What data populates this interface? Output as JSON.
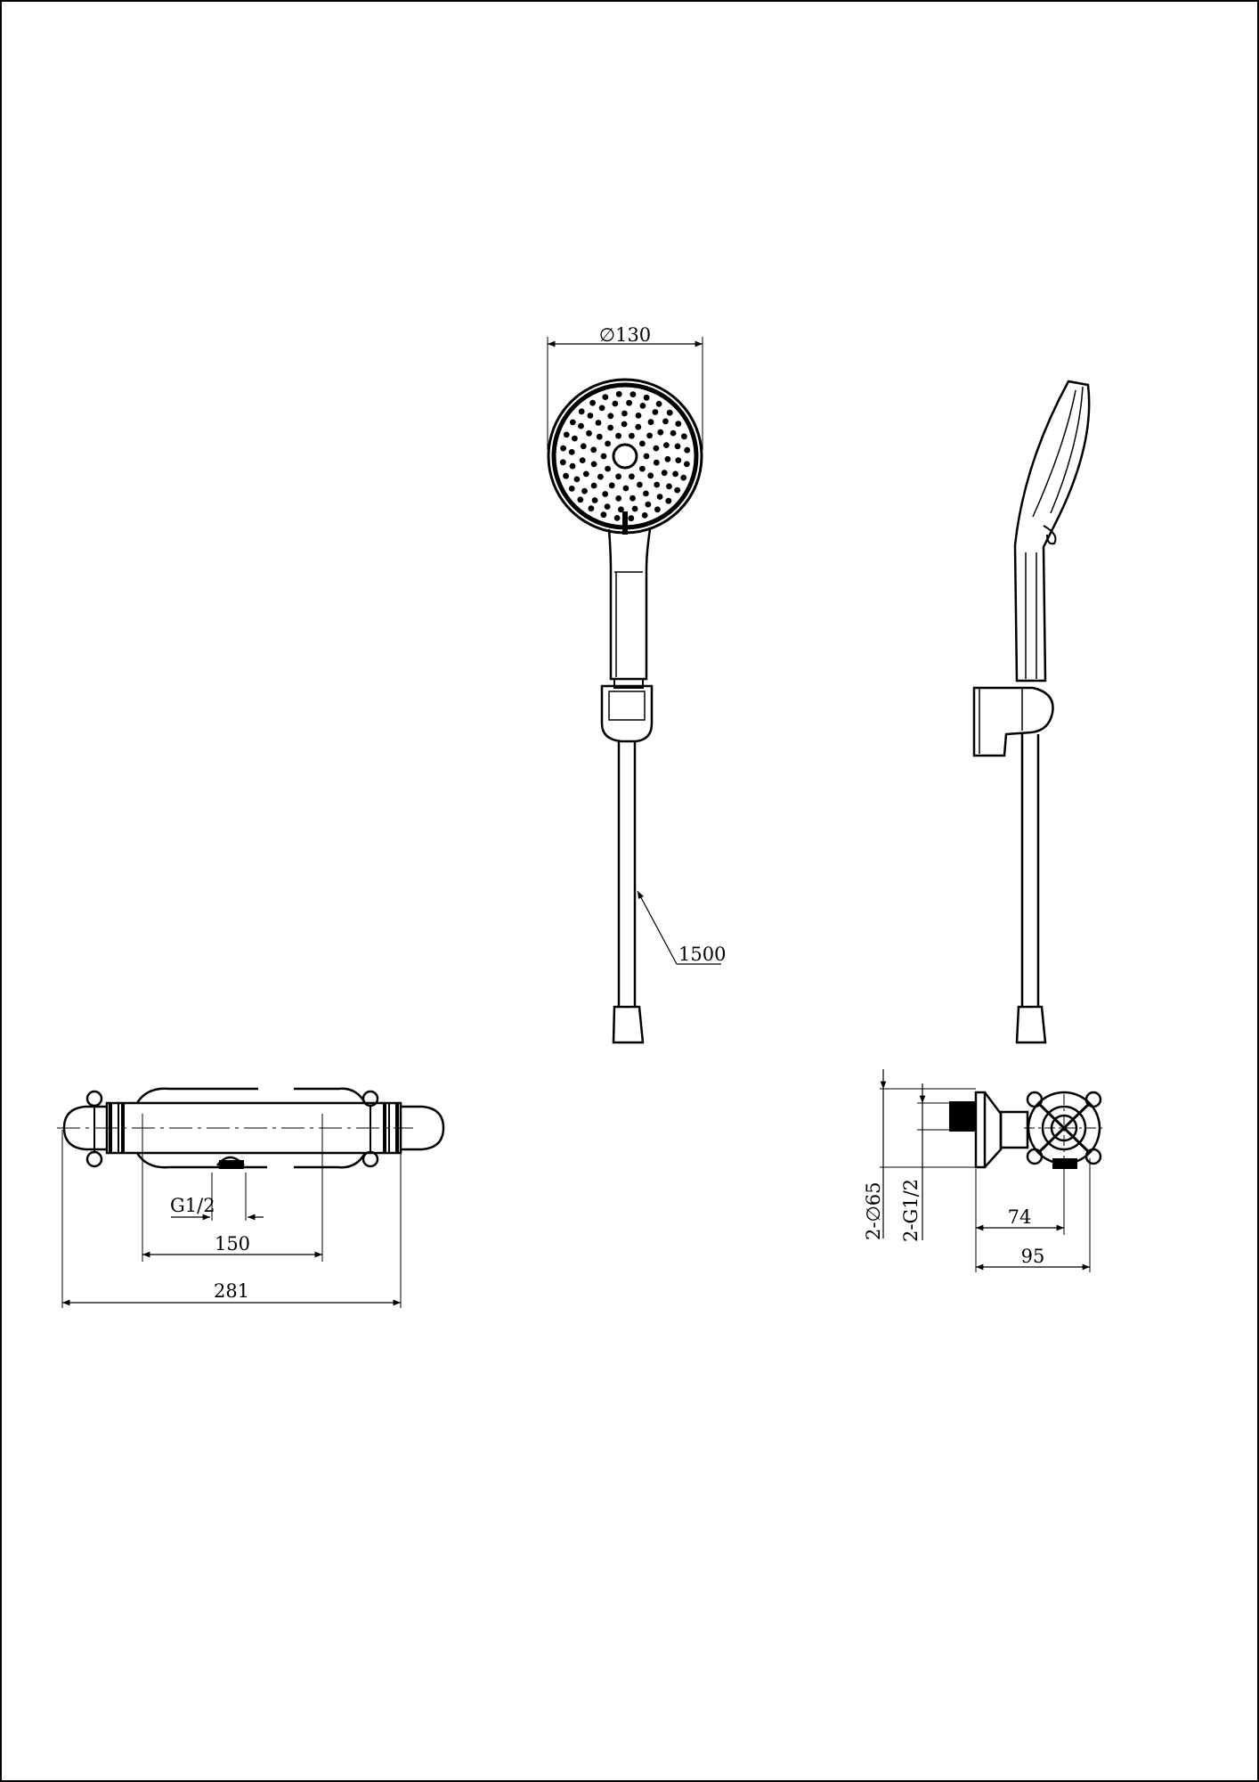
{
  "drawing": {
    "handshower_front": {
      "diameter_label": "∅130",
      "hose_label": "1500"
    },
    "mixer_front": {
      "inlet_label": "G1/2",
      "centers_label": "150",
      "overall_label": "281"
    },
    "mixer_side": {
      "escutcheon_label": "2-∅65",
      "thread_label": "2-G1/2",
      "depth_label": "74",
      "overall_depth_label": "95"
    }
  },
  "colors": {
    "line": "#000000",
    "background": "#ffffff"
  }
}
